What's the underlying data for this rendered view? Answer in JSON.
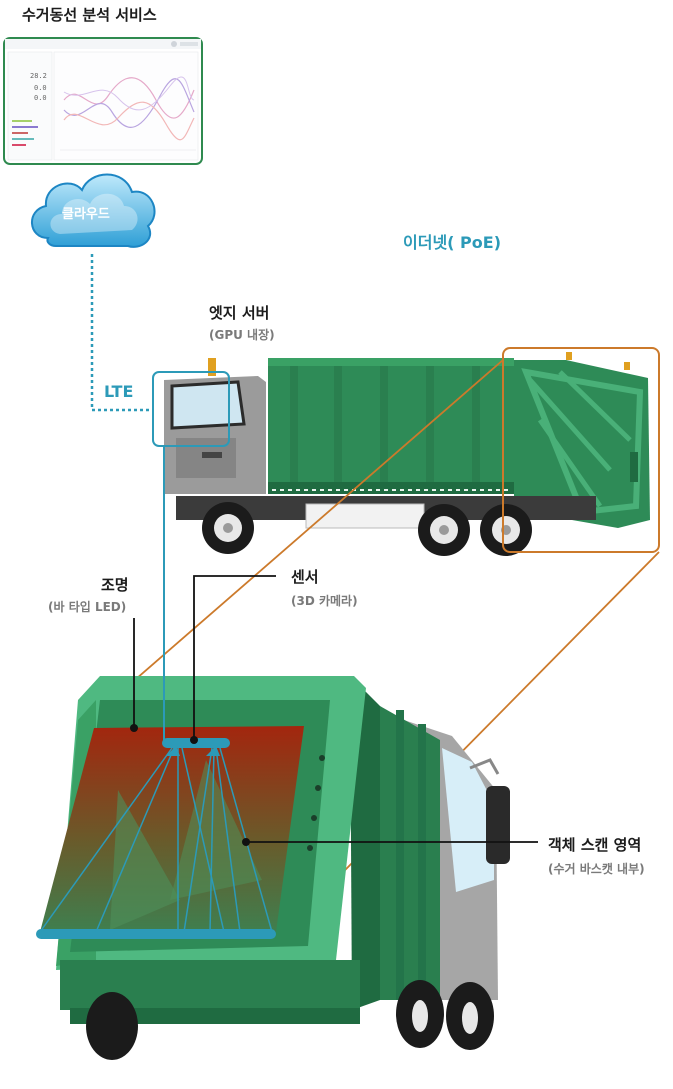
{
  "service": {
    "title": "수거동선 분석 서비스",
    "dashboard": {
      "values": [
        "28.2",
        "0.0",
        "0.0"
      ]
    }
  },
  "cloud": {
    "label": "클라우드"
  },
  "network": {
    "lte": "LTE",
    "ethernet": "이더넷( PoE)"
  },
  "edge_server": {
    "title": "엣지 서버",
    "subtitle": "(GPU 내장)"
  },
  "lighting": {
    "title": "조명",
    "subtitle": "(바 타입 LED)"
  },
  "sensor": {
    "title": "센서",
    "subtitle": "(3D 카메라)"
  },
  "scan_area": {
    "title": "객체 스캔 영역",
    "subtitle": "(수거 바스캣 내부)"
  },
  "colors": {
    "truck_green": "#2e8b57",
    "truck_dark_green": "#1f6b41",
    "teal_accent": "#2c9ab8",
    "callout_orange": "#cc7a2b",
    "frame_green": "#2f8a4f"
  },
  "icons": [
    "cloud-icon",
    "truck-icon",
    "camera-bar-icon"
  ]
}
